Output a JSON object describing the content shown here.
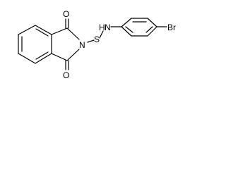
{
  "molecule": {
    "atoms": {
      "O_top": "O",
      "O_bottom": "O",
      "N_imide": "N",
      "S": "S",
      "N_amine": "N",
      "H_amine": "H",
      "Br": "Br"
    }
  }
}
